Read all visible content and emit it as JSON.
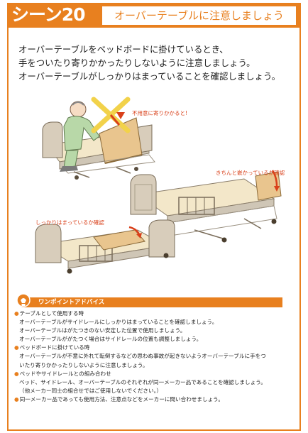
{
  "header": {
    "scene_label": "シーン20",
    "title": "オーバーテーブルに注意しましょう"
  },
  "intro": {
    "lines": [
      "オーバーテーブルをベッドボードに掛けているとき、",
      "手をついたり寄りかかったりしないように注意しましょう。",
      "オーバーテーブルがしっかりはまっていることを確認しましょう。"
    ]
  },
  "illustrations": {
    "caption_1": "不用意に寄りかかると!",
    "caption_2": "きちんと嵌かっているか確認",
    "caption_3": "しっかりはまっているか確認"
  },
  "advice": {
    "heading": "ワンポイントアドバイス",
    "lines": [
      {
        "text": "テーブルとして使用する時",
        "type": "bullet"
      },
      {
        "text": "オーバーテーブルがサイドレールにしっかりはまっていることを確認しましょう。",
        "type": "indent"
      },
      {
        "text": "オーバーテーブルはがたつきのない安定した位置で使用しましょう。",
        "type": "indent"
      },
      {
        "text": "オーバーテーブルががたつく場合はサイドレールの位置も調整しましょう。",
        "type": "indent"
      },
      {
        "text": "ベッドボードに掛けている時",
        "type": "bullet"
      },
      {
        "text": "オーバーテーブルが不意に外れて転倒するなどの思わぬ事故が起きないようオーバーテーブルに手をつ",
        "type": "indent"
      },
      {
        "text": "いたり寄りかかったりしないように注意しましょう。",
        "type": "plain"
      },
      {
        "text": "ベッドやサイドレールとの組み合わせ",
        "type": "bullet"
      },
      {
        "text": "ベッド、サイドレール、オーバーテーブルのそれぞれが同一メーカー品であることを確認しましょう。",
        "type": "indent"
      },
      {
        "text": "（他メーカー同士の組合せではご使用しないでください。）",
        "type": "indent"
      },
      {
        "text": "同一メーカー品であっても使用方法、注意点などをメーカーに問い合わせましょう。",
        "type": "bullet"
      }
    ]
  },
  "colors": {
    "accent": "#e8801f",
    "caption_red": "#d9401a",
    "mattress": "#f3e7c9",
    "bed_frame": "#cfc6b6",
    "table_top": "#e9c58e"
  }
}
